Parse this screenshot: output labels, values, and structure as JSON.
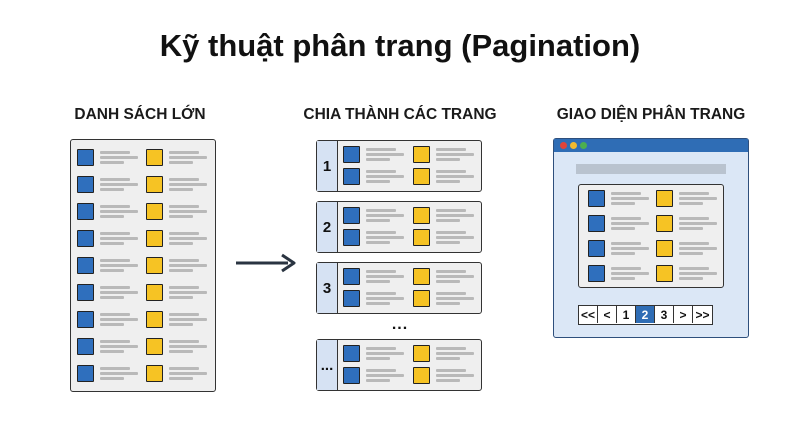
{
  "title": "Kỹ thuật phân trang (Pagination)",
  "columns": {
    "large_list": "DANH SÁCH LỚN",
    "split_pages": "CHIA THÀNH CÁC TRANG",
    "paging_ui": "GIAO DIỆN PHÂN TRANG"
  },
  "page_groups": [
    {
      "label": "1"
    },
    {
      "label": "2"
    },
    {
      "label": "3"
    },
    {
      "label": "..."
    }
  ],
  "ellipsis": "...",
  "pager": {
    "buttons": [
      "<<",
      "<",
      "1",
      "2",
      "3",
      ">",
      ">>"
    ],
    "active": "2"
  },
  "colors": {
    "blue_square": "#2f6fbd",
    "yellow_square": "#f6c324",
    "browser_bar": "#2f6db5",
    "dot_red": "#e0443a",
    "dot_yellow": "#f2b930",
    "dot_green": "#4caf50"
  },
  "icons": {
    "arrow": "right-arrow-icon"
  }
}
